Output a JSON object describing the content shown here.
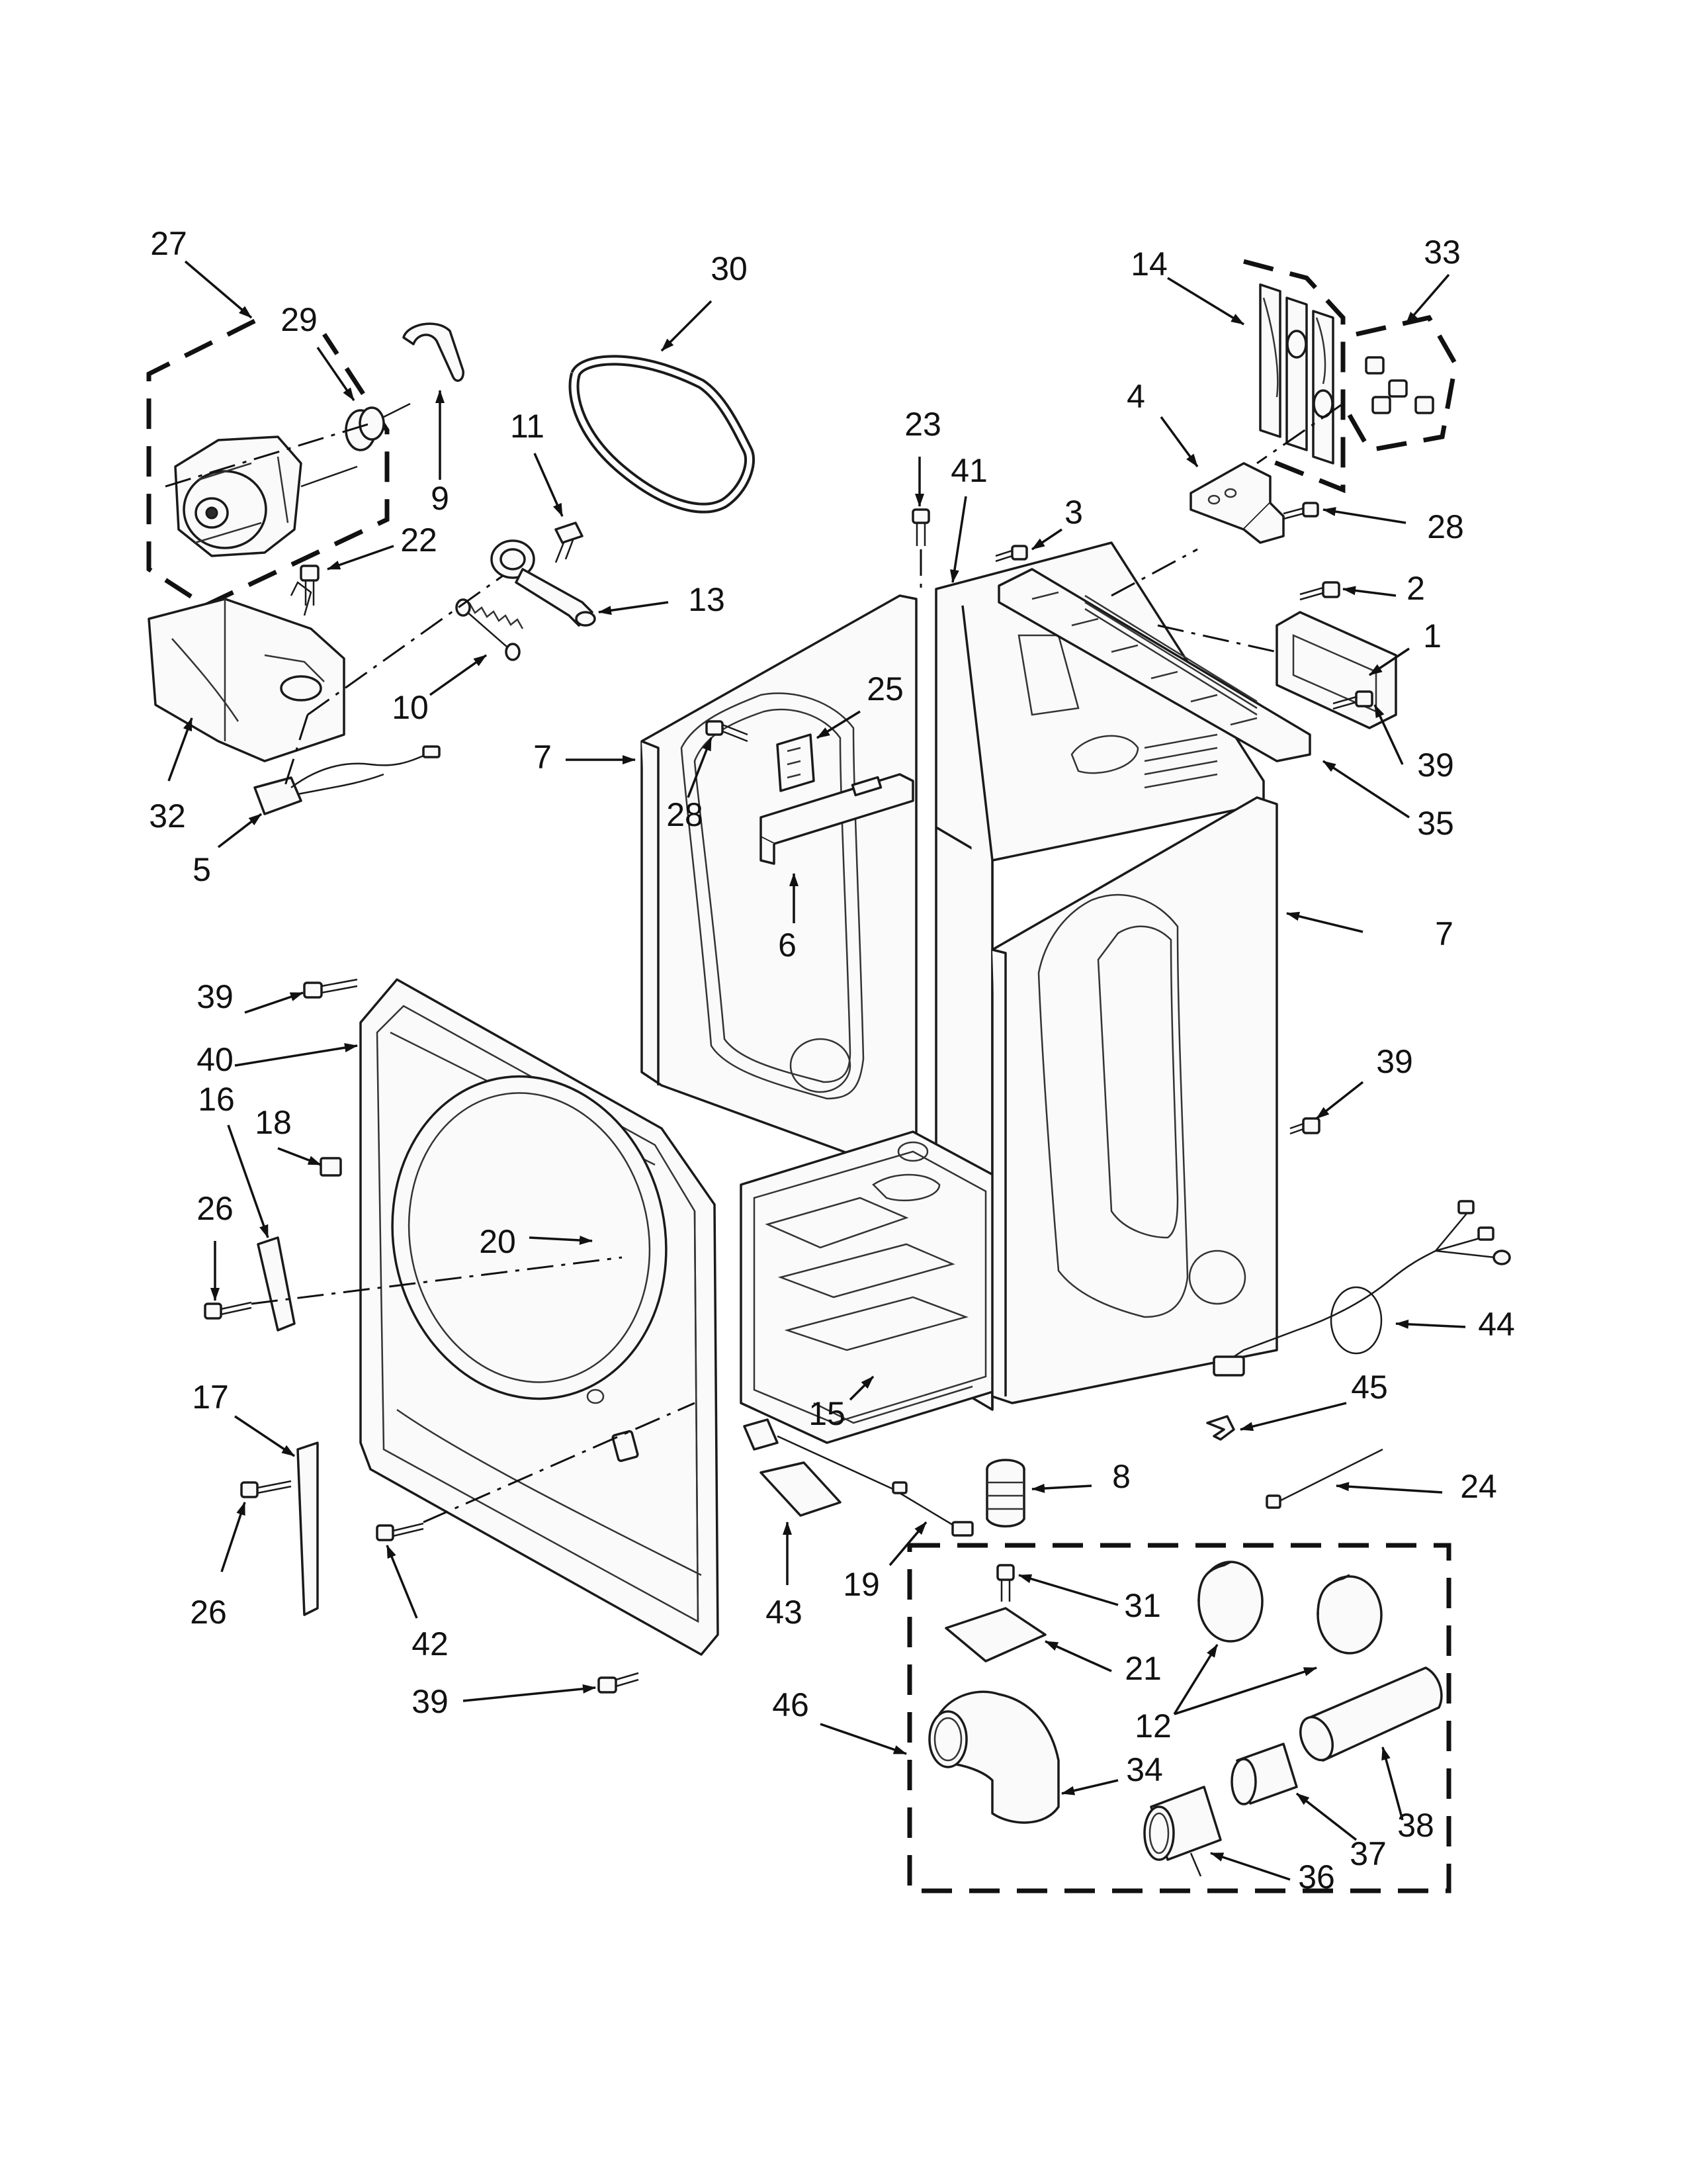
{
  "callouts": [
    {
      "id": "c1",
      "label": "1"
    },
    {
      "id": "c2",
      "label": "2"
    },
    {
      "id": "c3",
      "label": "3"
    },
    {
      "id": "c4",
      "label": "4"
    },
    {
      "id": "c5",
      "label": "5"
    },
    {
      "id": "c6",
      "label": "6"
    },
    {
      "id": "c7a",
      "label": "7"
    },
    {
      "id": "c7b",
      "label": "7"
    },
    {
      "id": "c8",
      "label": "8"
    },
    {
      "id": "c9",
      "label": "9"
    },
    {
      "id": "c10",
      "label": "10"
    },
    {
      "id": "c11",
      "label": "11"
    },
    {
      "id": "c12",
      "label": "12"
    },
    {
      "id": "c13",
      "label": "13"
    },
    {
      "id": "c14",
      "label": "14"
    },
    {
      "id": "c15",
      "label": "15"
    },
    {
      "id": "c16",
      "label": "16"
    },
    {
      "id": "c17",
      "label": "17"
    },
    {
      "id": "c18",
      "label": "18"
    },
    {
      "id": "c19",
      "label": "19"
    },
    {
      "id": "c20",
      "label": "20"
    },
    {
      "id": "c21",
      "label": "21"
    },
    {
      "id": "c22",
      "label": "22"
    },
    {
      "id": "c23",
      "label": "23"
    },
    {
      "id": "c24",
      "label": "24"
    },
    {
      "id": "c25",
      "label": "25"
    },
    {
      "id": "c26a",
      "label": "26"
    },
    {
      "id": "c26b",
      "label": "26"
    },
    {
      "id": "c27",
      "label": "27"
    },
    {
      "id": "c28a",
      "label": "28"
    },
    {
      "id": "c28b",
      "label": "28"
    },
    {
      "id": "c29",
      "label": "29"
    },
    {
      "id": "c30",
      "label": "30"
    },
    {
      "id": "c31",
      "label": "31"
    },
    {
      "id": "c32",
      "label": "32"
    },
    {
      "id": "c33",
      "label": "33"
    },
    {
      "id": "c34",
      "label": "34"
    },
    {
      "id": "c35",
      "label": "35"
    },
    {
      "id": "c36",
      "label": "36"
    },
    {
      "id": "c37",
      "label": "37"
    },
    {
      "id": "c38",
      "label": "38"
    },
    {
      "id": "c39a",
      "label": "39"
    },
    {
      "id": "c39b",
      "label": "39"
    },
    {
      "id": "c39c",
      "label": "39"
    },
    {
      "id": "c39d",
      "label": "39"
    },
    {
      "id": "c40",
      "label": "40"
    },
    {
      "id": "c41",
      "label": "41"
    },
    {
      "id": "c42",
      "label": "42"
    },
    {
      "id": "c43",
      "label": "43"
    },
    {
      "id": "c44",
      "label": "44"
    },
    {
      "id": "c45",
      "label": "45"
    },
    {
      "id": "c46",
      "label": "46"
    }
  ]
}
